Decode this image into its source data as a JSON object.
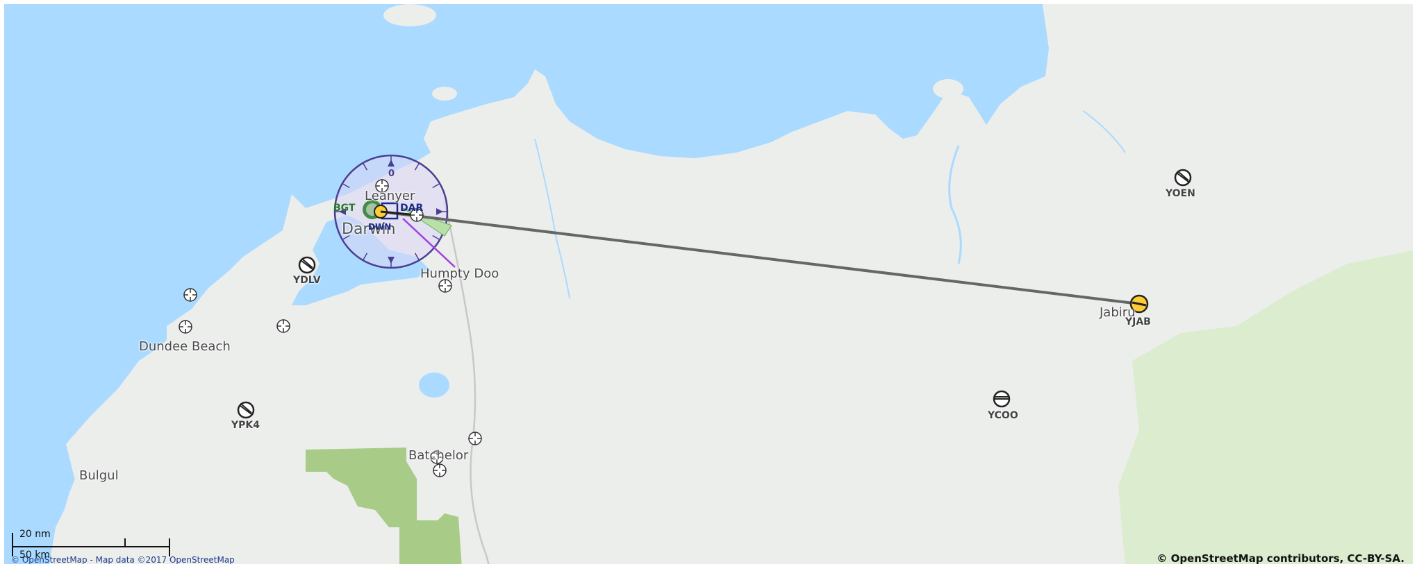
{
  "places": {
    "leanyer": "Leanyer",
    "darwin": "Darwin",
    "humpty_doo": "Humpty Doo",
    "dundee_beach": "Dundee Beach",
    "bulgul": "Bulgul",
    "batchelor": "Batchelor",
    "jabiru": "Jabiru"
  },
  "airfields": {
    "ydlv": "YDLV",
    "ypk4": "YPK4",
    "ycoo": "YCOO",
    "yoen": "YOEN",
    "yjab": "YJAB"
  },
  "navaids": {
    "bgt": "BGT",
    "dar": "DAR",
    "dwn": "DWN",
    "compass_north": "0"
  },
  "scale": {
    "nm_label": "20 nm",
    "km_label": "50 km"
  },
  "attribution": {
    "left": "© OpenStreetMap - Map data ©2017 OpenStreetMap",
    "right": "© OpenStreetMap contributors, CC-BY-SA."
  },
  "colors": {
    "water": "#aadaff",
    "land": "#eceeec",
    "forest": "#a8cc88",
    "route": "#666666",
    "compass": "#4a3f8f",
    "bgt": "#2a7a2a",
    "dar": "#1a2a8a"
  }
}
